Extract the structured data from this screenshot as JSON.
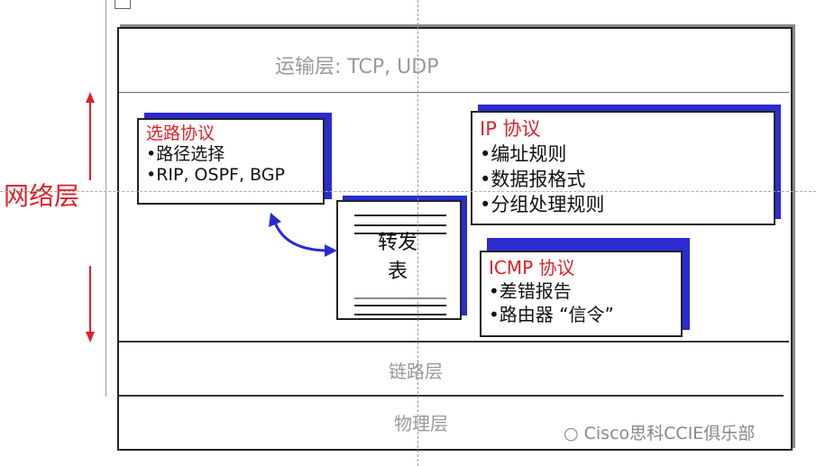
{
  "layers": {
    "transport": "运输层: TCP, UDP",
    "link": "链路层",
    "physical": "物理层",
    "network": "网络层"
  },
  "routing": {
    "title": "选路协议",
    "items": [
      "•路径选择",
      "•RIP, OSPF, BGP"
    ]
  },
  "ip": {
    "title": "IP 协议",
    "items": [
      "•编址规则",
      "•数据报格式",
      "•分组处理规则"
    ]
  },
  "forwarding": {
    "label_line1": "转发",
    "label_line2": "表"
  },
  "icmp": {
    "title": "ICMP 协议",
    "items": [
      "•差错报告",
      "•路由器 “信令”"
    ]
  },
  "watermark": "Cisco思科CCIE俱乐部",
  "colors": {
    "accent_red": "#e0202a",
    "shadow_blue": "#2b2bd0"
  }
}
